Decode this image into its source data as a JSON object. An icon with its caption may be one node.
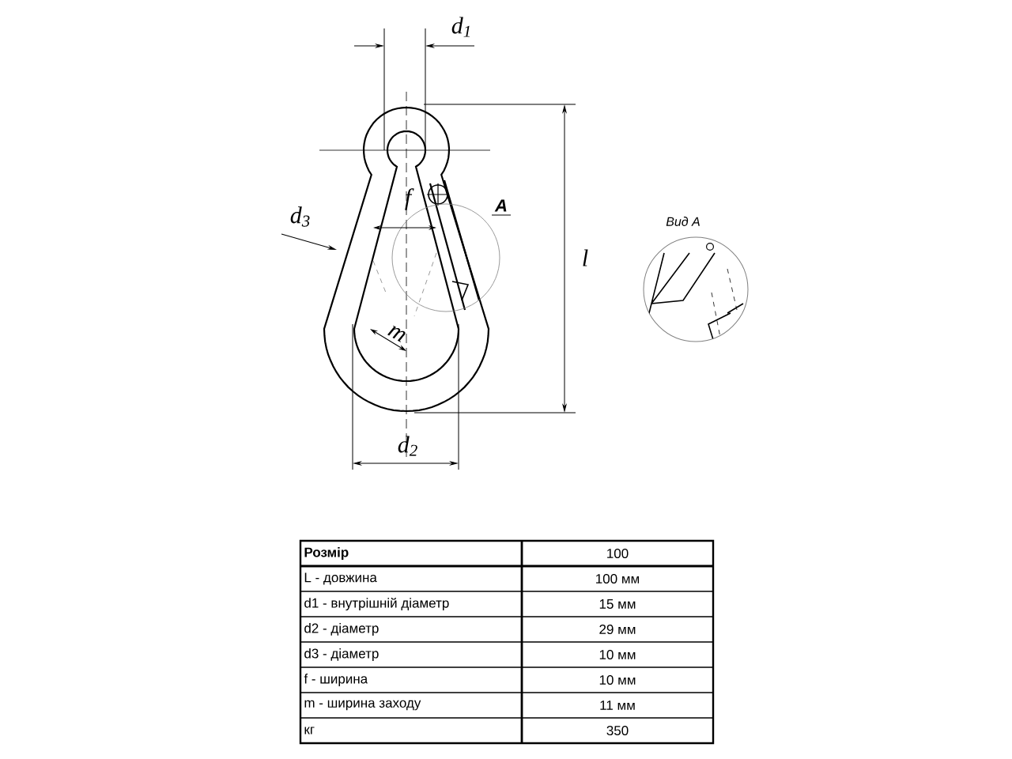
{
  "diagram": {
    "labels": [
      "d$_{1}$",
      "f",
      "A",
      "d$_{3}$",
      "l",
      "Вид A",
      "m",
      "d$_{2}$",
      "Розмір",
      "100",
      "L - довжина",
      "100 мм",
      "d1 - внутрішній діаметр",
      "15 мм",
      "d2 - діаметр",
      "29 мм",
      "d3 - діаметр",
      "10 мм",
      "f - ширина",
      "10 мм",
      "m - ширина заходу",
      "11 мм",
      "кг",
      "350"
    ]
  }
}
